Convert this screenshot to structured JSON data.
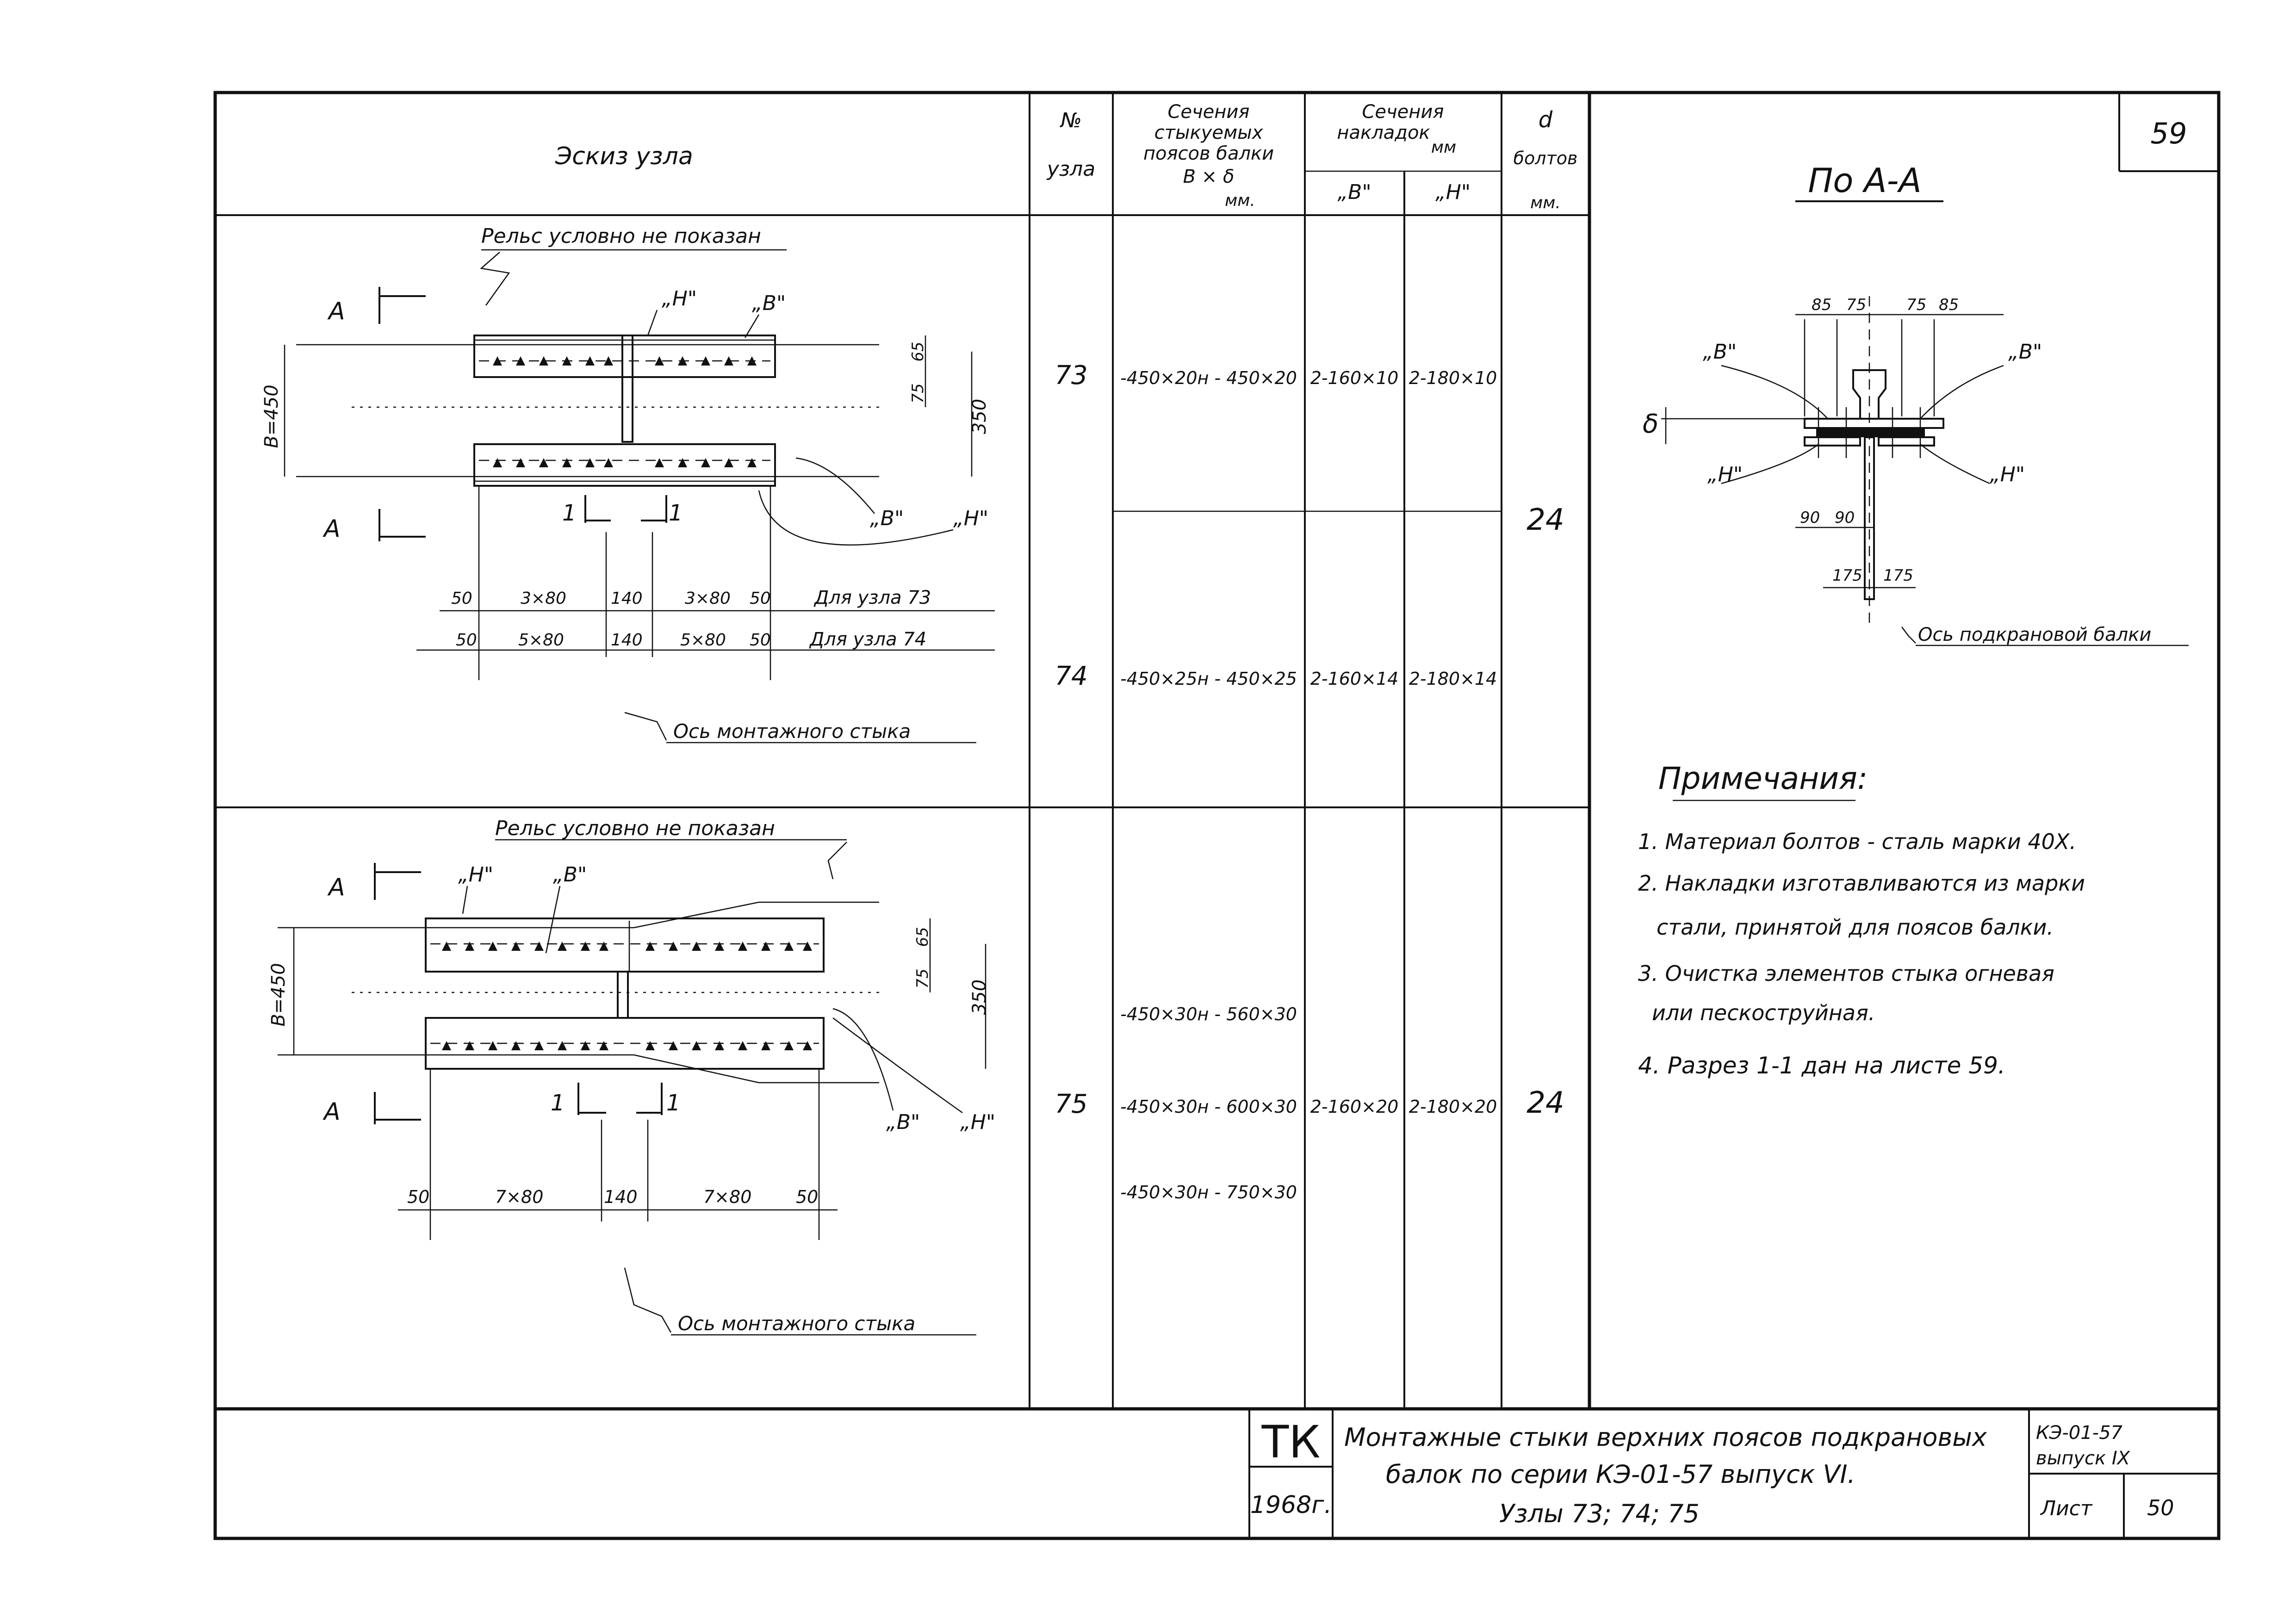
{
  "page_number": "59",
  "header": {
    "sketch": "Эскиз узла",
    "node_no_1": "№",
    "node_no_2": "узла",
    "sec_1": "Сечения",
    "sec_2": "стыкуемых",
    "sec_3": "поясов балки",
    "sec_4": "В × δ",
    "sec_5": "мм.",
    "pads_1": "Сечения",
    "pads_2": "накладок",
    "pads_unit": "мм",
    "pads_v": "„В\"",
    "pads_n": "„Н\"",
    "d": "d",
    "d_2": "болтов",
    "d_3": "мм."
  },
  "rows": [
    {
      "node": "73",
      "section": "-450×20н - 450×20",
      "v": "2-160×10",
      "n": "2-180×10"
    },
    {
      "node": "74",
      "section": "-450×25н - 450×25",
      "v": "2-160×14",
      "n": "2-180×14"
    },
    {
      "node": "75",
      "sections": [
        "-450×30н - 560×30",
        "-450×30н - 600×30",
        "-450×30н - 750×30"
      ],
      "v": "2-160×20",
      "n": "2-180×20"
    }
  ],
  "bolt_d_1": "24",
  "bolt_d_2": "24",
  "sketch1": {
    "rail": "Рельс условно не показан",
    "cut": "А",
    "label_v": "„В\"",
    "label_n": "„Н\"",
    "width": "В=450",
    "dim_65": "65",
    "dim_75": "75",
    "dim_350": "350",
    "sec_1": "1",
    "dimrow1": [
      "50",
      "3×80",
      "140",
      "3×80",
      "50"
    ],
    "dimrow1_label": "Для узла 73",
    "dimrow2": [
      "50",
      "5×80",
      "140",
      "5×80",
      "50"
    ],
    "dimrow2_label": "Для узла 74",
    "axis": "Ось монтажного стыка"
  },
  "sketch2": {
    "rail": "Рельс условно не показан",
    "dimrow": [
      "50",
      "7×80",
      "140",
      "7×80",
      "50"
    ],
    "axis": "Ось монтажного стыка"
  },
  "view": {
    "title": "По А-А",
    "top_dims": [
      "85",
      "75",
      "75",
      "85"
    ],
    "bottom_dims": [
      "90",
      "90"
    ],
    "dims_175": [
      "175",
      "175"
    ],
    "delta": "δ",
    "axis": "Ось подкрановой балки"
  },
  "notes": {
    "title": "Примечания:",
    "items": [
      "1. Материал болтов - сталь марки 40Х.",
      "2. Накладки изготавливаются из марки",
      "стали, принятой для поясов балки.",
      "3. Очистка элементов стыка огневая",
      "или пескоструйная.",
      "4. Разрез 1-1 дан на листе 59."
    ]
  },
  "title_block": {
    "tk": "ТК",
    "year": "1968г.",
    "title_1": "Монтажные стыки верхних поясов подкрановых",
    "title_2": "балок по серии КЭ-01-57 выпуск VI.",
    "title_3": "Узлы 73; 74; 75",
    "series_1": "КЭ-01-57",
    "series_2": "выпуск IX",
    "sheet_label": "Лист",
    "sheet_no": "50"
  }
}
